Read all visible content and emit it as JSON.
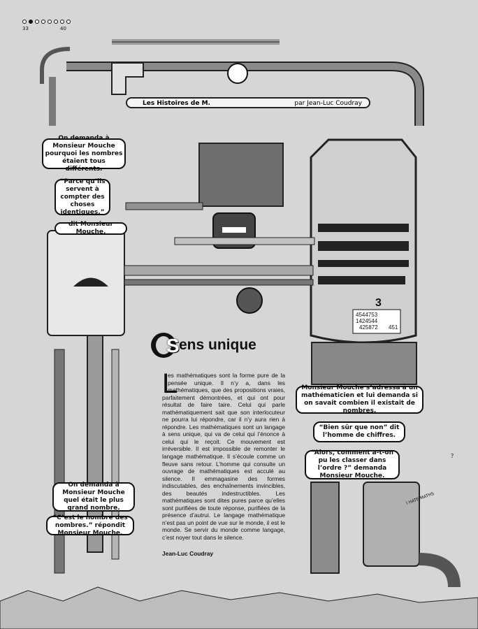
{
  "header": {
    "progress_dots": {
      "count": 8,
      "current": 2
    },
    "page_start": "33",
    "page_end": "40"
  },
  "banner": {
    "title": "Les Histoires de M.",
    "author": "par Jean-Luc Coudray"
  },
  "left_bubbles": [
    "On demanda à Monsieur Mouche pourquoi les nombres étaient tous différents.",
    "“Parce qu’ils servent à compter des choses identiques.”",
    "dit Monsieur Mouche.",
    "On demanda à Monsieur Mouche quel était le plus grand nombre.",
    "“C’est le nombre des nombres.” répondit Monsieur Mouche."
  ],
  "right_bubbles": [
    "Monsieur Mouche s’adressa à un mathématicien et lui demanda si on savait combien il existait de nombres.",
    "“Bien sûr que non” dit l’homme de chiffres.",
    "“Alors, comment a-t-on pu les classer dans l’ordre ?” demanda Monsieur Mouche."
  ],
  "article": {
    "title_initial": "S",
    "title_rest": "ens unique",
    "drop_cap": "L",
    "body": "es mathématiques sont la forme pure de la pensée unique. Il n’y a, dans les mathématiques, que des propositions vraies, parfaitement démontrées, et qui ont pour résultat de faire taire. Celui qui parle mathématiquement sait que son interlocuteur ne pourra lui répondre, car il n’y aura rien à répondre. Les mathématiques sont un langage à sens unique, qui va de celui qui l’énonce à celui qui le reçoit. Ce mouvement est irréversible. Il est impossible de remonter le langage mathématique. Il s’écoule comme un fleuve sans retour. L’homme qui consulte un ouvrage de mathématiques est acculé au silence. Il emmagasine des formes indiscutables, des enchaînements invincibles, des beautés indestructibles. Les mathématiques sont dites pures parce qu’elles sont purifiées de toute réponse, purifiées de la présence d’autrui. Le langage mathématique n’est pas un point de vue sur le monde, il est le monde. Se servir du monde comme langage, c’est noyer tout dans le silence.",
    "author": "Jean-Luc Coudray"
  },
  "illustration": {
    "board_numbers": [
      "4544753",
      "1424544",
      "425872",
      "451"
    ],
    "board_digit": "3",
    "sign_text": "I HATE MATHS",
    "question_mark": "?"
  },
  "colors": {
    "background": "#d6d6d6",
    "ink": "#111111",
    "pipe_dark": "#6a6a6a",
    "pipe_light": "#bdbdbd"
  }
}
